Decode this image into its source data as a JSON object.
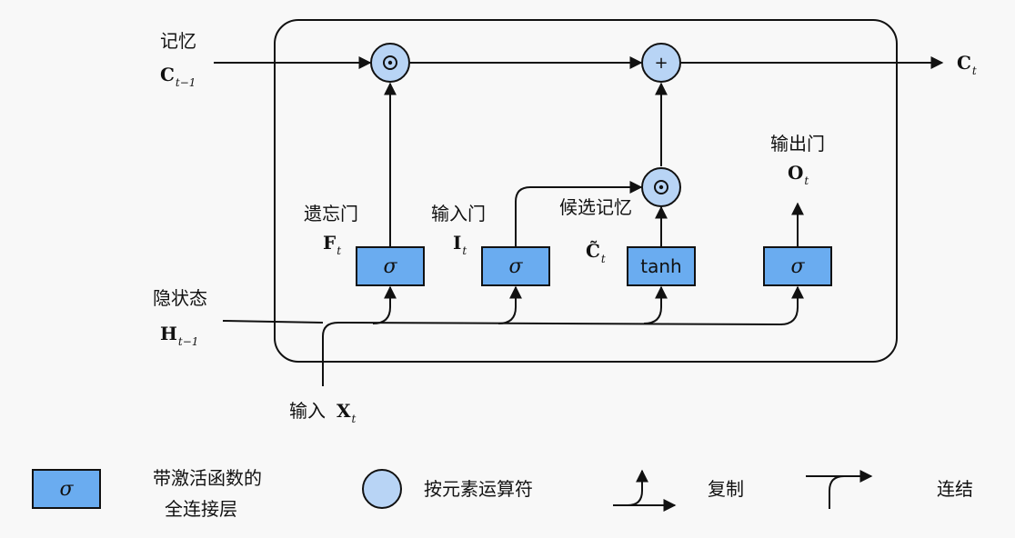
{
  "labels": {
    "memory": "记忆",
    "memory_var": "C",
    "memory_sub": "t−1",
    "hidden": "隐状态",
    "hidden_var": "H",
    "hidden_sub": "t−1",
    "input": "输入",
    "input_var": "X",
    "input_sub": "t",
    "output_c_var": "C",
    "output_c_sub": "t",
    "forget_gate": "遗忘门",
    "forget_var": "F",
    "forget_sub": "t",
    "input_gate": "输入门",
    "input_gate_var": "I",
    "input_gate_sub": "t",
    "candidate": "候选记忆",
    "candidate_var": "C̃",
    "candidate_sub": "t",
    "output_gate": "输出门",
    "output_gate_var": "O",
    "output_gate_sub": "t"
  },
  "blocks": {
    "sigma": "σ",
    "tanh": "tanh",
    "mul": "⊙",
    "add": "+"
  },
  "legend": {
    "fc_symbol": "σ",
    "fc_line1": "带激活函数的",
    "fc_line2": "全连接层",
    "op_label": "按元素运算符",
    "copy_label": "复制",
    "concat_label": "连结"
  },
  "colors": {
    "box_fill": "#6aacf0",
    "circle_fill": "#b8d4f5",
    "stroke": "#111111",
    "background": "#f8f8f8"
  }
}
